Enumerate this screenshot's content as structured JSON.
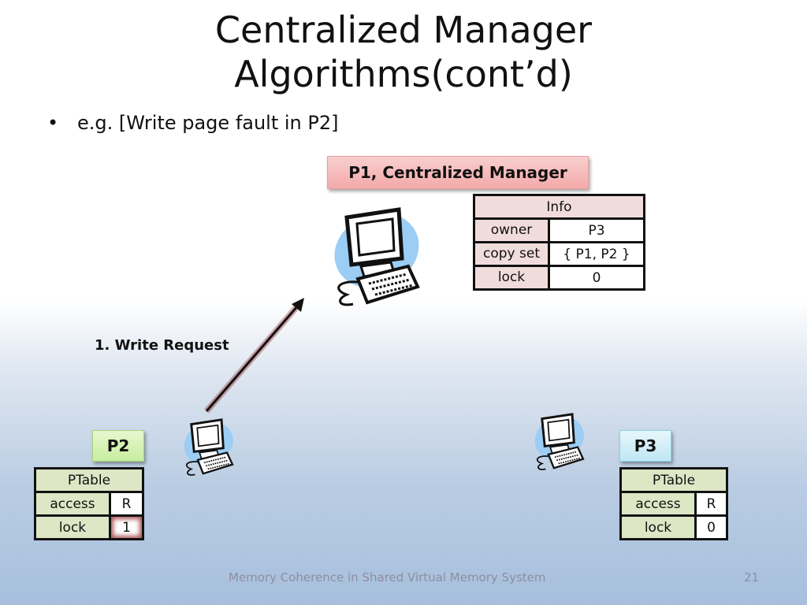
{
  "slide": {
    "title_line1": "Centralized Manager",
    "title_line2": "Algorithms(cont’d)",
    "bullet_symbol": "•",
    "bullet_text": "e.g. [Write page fault in P2]",
    "footer": "Memory Coherence in Shared Virtual Memory System",
    "page_number": "21"
  },
  "manager": {
    "label": "P1, Centralized Manager",
    "info_table": {
      "header": "Info",
      "rows": [
        {
          "key": "owner",
          "value": "P3"
        },
        {
          "key": "copy set",
          "value": "{ P1, P2 }"
        },
        {
          "key": "lock",
          "value": "0"
        }
      ]
    }
  },
  "arrow_label": "1.  Write Request",
  "p2": {
    "label": "P2",
    "ptable": {
      "header": "PTable",
      "rows": [
        {
          "key": "access",
          "value": "R"
        },
        {
          "key": "lock",
          "value": "1"
        }
      ]
    }
  },
  "p3": {
    "label": "P3",
    "ptable": {
      "header": "PTable",
      "rows": [
        {
          "key": "access",
          "value": "R"
        },
        {
          "key": "lock",
          "value": "0"
        }
      ]
    }
  },
  "icons": [
    "computer-icon"
  ],
  "colors": {
    "manager_label_fill": "#f4a9a9",
    "info_table_fill": "#f1dcdc",
    "ptable_fill": "#dde7c6",
    "p2_label_fill": "#c8ed9f",
    "p3_label_fill": "#bfe7f4",
    "arrow_color": "#111111",
    "arrow_glow": "#8c1414"
  }
}
